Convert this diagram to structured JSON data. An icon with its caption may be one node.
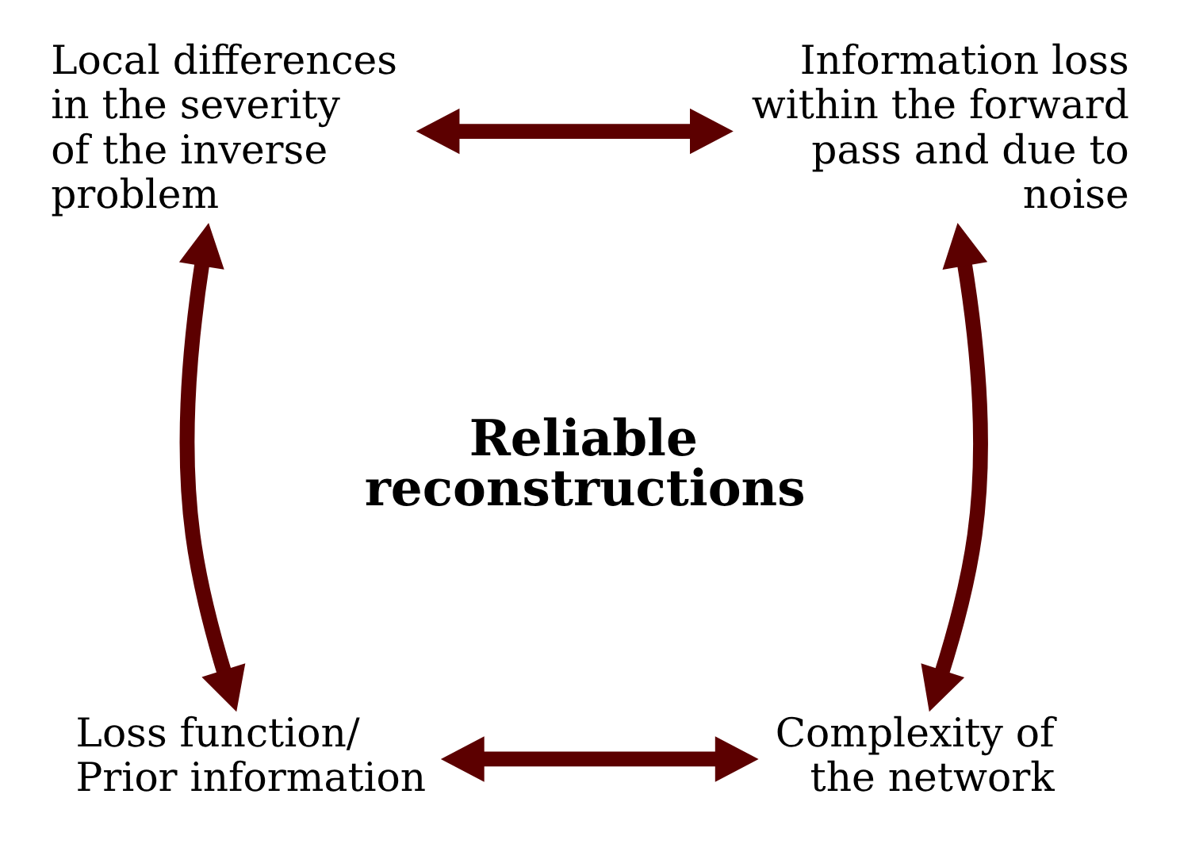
{
  "diagram": {
    "nodes": [
      {
        "text": [
          "Local differences in the severity of the inverse problem"
        ]
      },
      {
        "text": [
          "Information loss within the forward pass and due to noise"
        ]
      },
      {
        "text": [
          "Reliable reconstructions"
        ]
      },
      {
        "text": [
          "Loss function/ Prior information"
        ]
      },
      {
        "text": [
          "Complexity of the network"
        ]
      }
    ],
    "edges": [
      {
        "from": 0,
        "to": 1,
        "arrow": "both"
      },
      {
        "from": 0,
        "to": 3,
        "arrow": "both"
      },
      {
        "from": 1,
        "to": 4,
        "arrow": "both"
      },
      {
        "from": 3,
        "to": 4,
        "arrow": "both"
      }
    ]
  }
}
